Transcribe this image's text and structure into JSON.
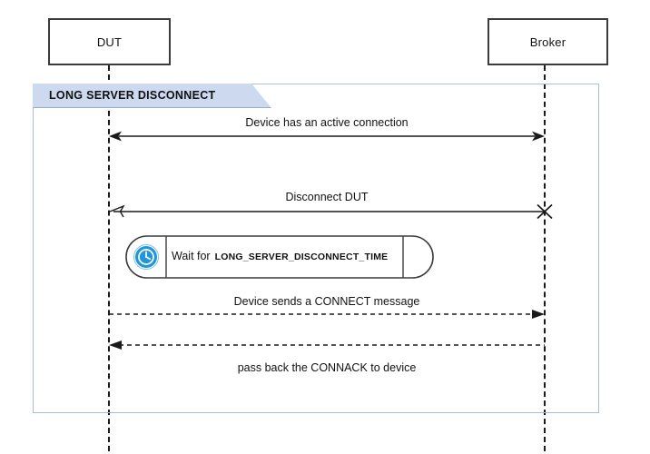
{
  "diagram": {
    "type": "uml-sequence-diagram",
    "participants": [
      {
        "id": "dut",
        "label": "DUT"
      },
      {
        "id": "broker",
        "label": "Broker"
      }
    ],
    "fragment": {
      "title": "LONG SERVER DISCONNECT",
      "header_fill": "#ccd9ee",
      "header_stroke": "#97aecf",
      "border_color": "#a8bede"
    },
    "messages": [
      {
        "id": "active-connection",
        "label": "Device has an active connection",
        "from": "dut",
        "to": "broker",
        "line": "solid",
        "arrowhead_left": "open",
        "arrowhead_right": "open",
        "label_position": "above"
      },
      {
        "id": "disconnect-dut",
        "label": "Disconnect DUT",
        "from": "broker",
        "to": "dut",
        "line": "solid",
        "arrowhead_left": "open",
        "arrowhead_right": "cross",
        "label_position": "above"
      },
      {
        "id": "connect-message",
        "label": "Device sends a CONNECT message",
        "from": "dut",
        "to": "broker",
        "line": "dashed",
        "arrowhead_right": "filled",
        "label_position": "above"
      },
      {
        "id": "connack-message",
        "label": "pass back the CONNACK to device",
        "from": "broker",
        "to": "dut",
        "line": "dashed",
        "arrowhead_left": "filled",
        "label_position": "below"
      }
    ],
    "wait": {
      "prefix": "Wait for",
      "constant": "LONG_SERVER_DISCONNECT_TIME",
      "icon": "clock-icon",
      "icon_color": "#2196d8"
    }
  }
}
